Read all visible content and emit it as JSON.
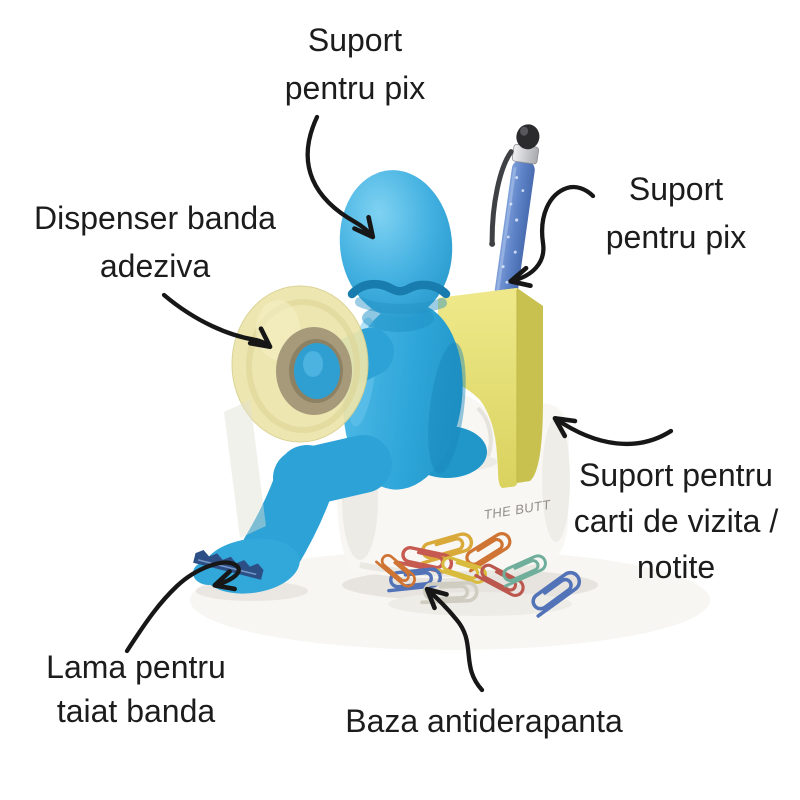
{
  "image": {
    "description": "Annotated product photo of a desk organizer shaped like a blue figure sitting on a toilet",
    "background": "#ffffff"
  },
  "product": {
    "engraving": "THE BUTT",
    "colors": {
      "figure_blue": "#2fa6d9",
      "figure_blue_light": "#7fd2f2",
      "figure_blue_dark": "#1886b9",
      "tape_yellow": "#ece5ab",
      "tape_ring": "#a79a7b",
      "note_yellow": "#e9e36f",
      "note_yellow_dark": "#c8c14f",
      "base_white": "#f8f7f4",
      "pen_blue": "#5d82c6",
      "blade_navy": "#2c4f86",
      "arrow_black": "#171717",
      "label_text": "#1c1c1c"
    }
  },
  "labels": {
    "pen_holder_top": {
      "lines": [
        "Suport",
        "pentru pix"
      ]
    },
    "pen_holder_right": {
      "lines": [
        "Suport",
        "pentru pix"
      ]
    },
    "tape_dispenser": {
      "lines": [
        "Dispenser banda",
        "adeziva"
      ]
    },
    "card_holder": {
      "lines": [
        "Suport pentru",
        "carti de vizita /",
        "notite"
      ]
    },
    "tape_blade": {
      "lines": [
        "Lama pentru",
        "taiat banda"
      ]
    },
    "anti_slip_base": {
      "lines": [
        "Baza antiderapanta"
      ]
    }
  }
}
